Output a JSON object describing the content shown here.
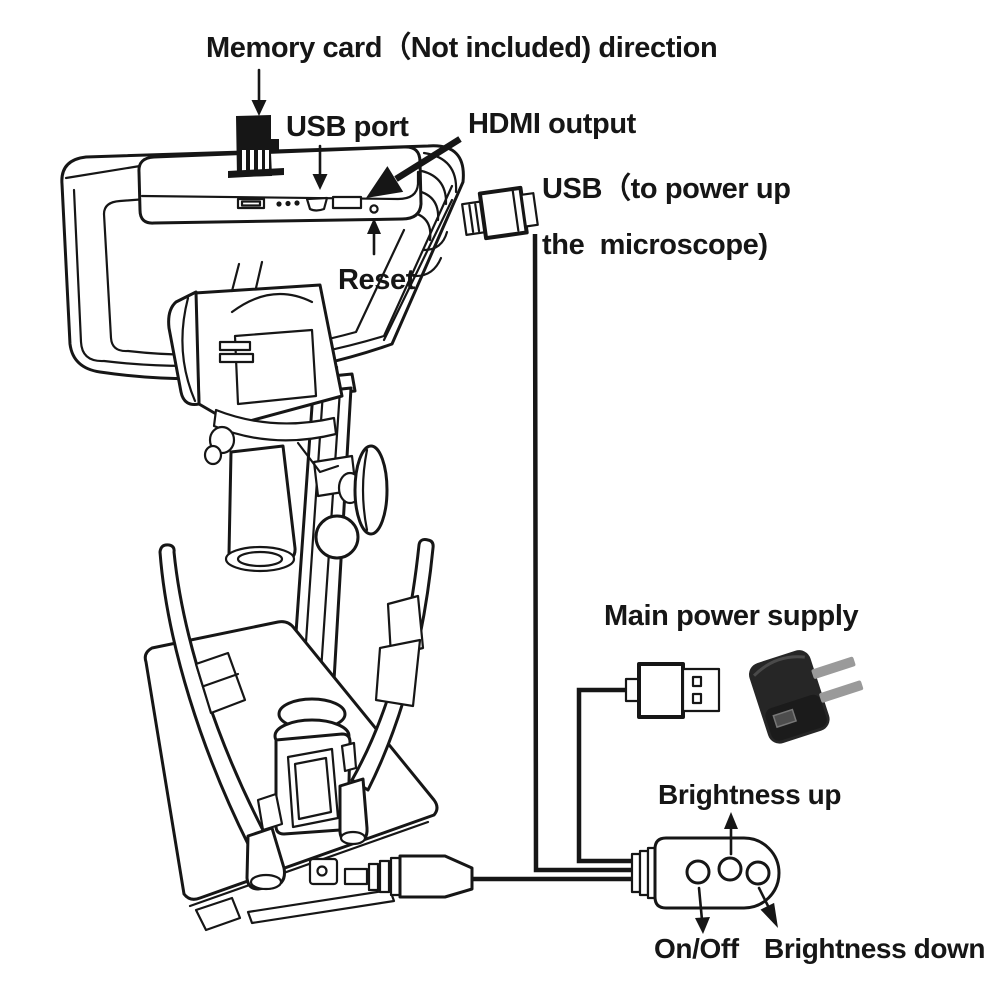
{
  "labels": {
    "memory_card": "Memory card（Not included) direction",
    "usb_port": "USB port",
    "hdmi_output": "HDMI output",
    "usb_power_line1": "USB（to power up",
    "usb_power_line2": "the  microscope)",
    "reset": "Reset",
    "main_power_supply": "Main power supply",
    "brightness_up": "Brightness up",
    "on_off": "On/Off",
    "brightness_down": "Brightness down"
  },
  "colors": {
    "line": "#161616",
    "background": "#ffffff",
    "adapter_body": "#262626",
    "adapter_front": "#1b1b1b",
    "adapter_prong": "#9a9a9a",
    "adapter_usb_slot": "#4d4d4d"
  }
}
